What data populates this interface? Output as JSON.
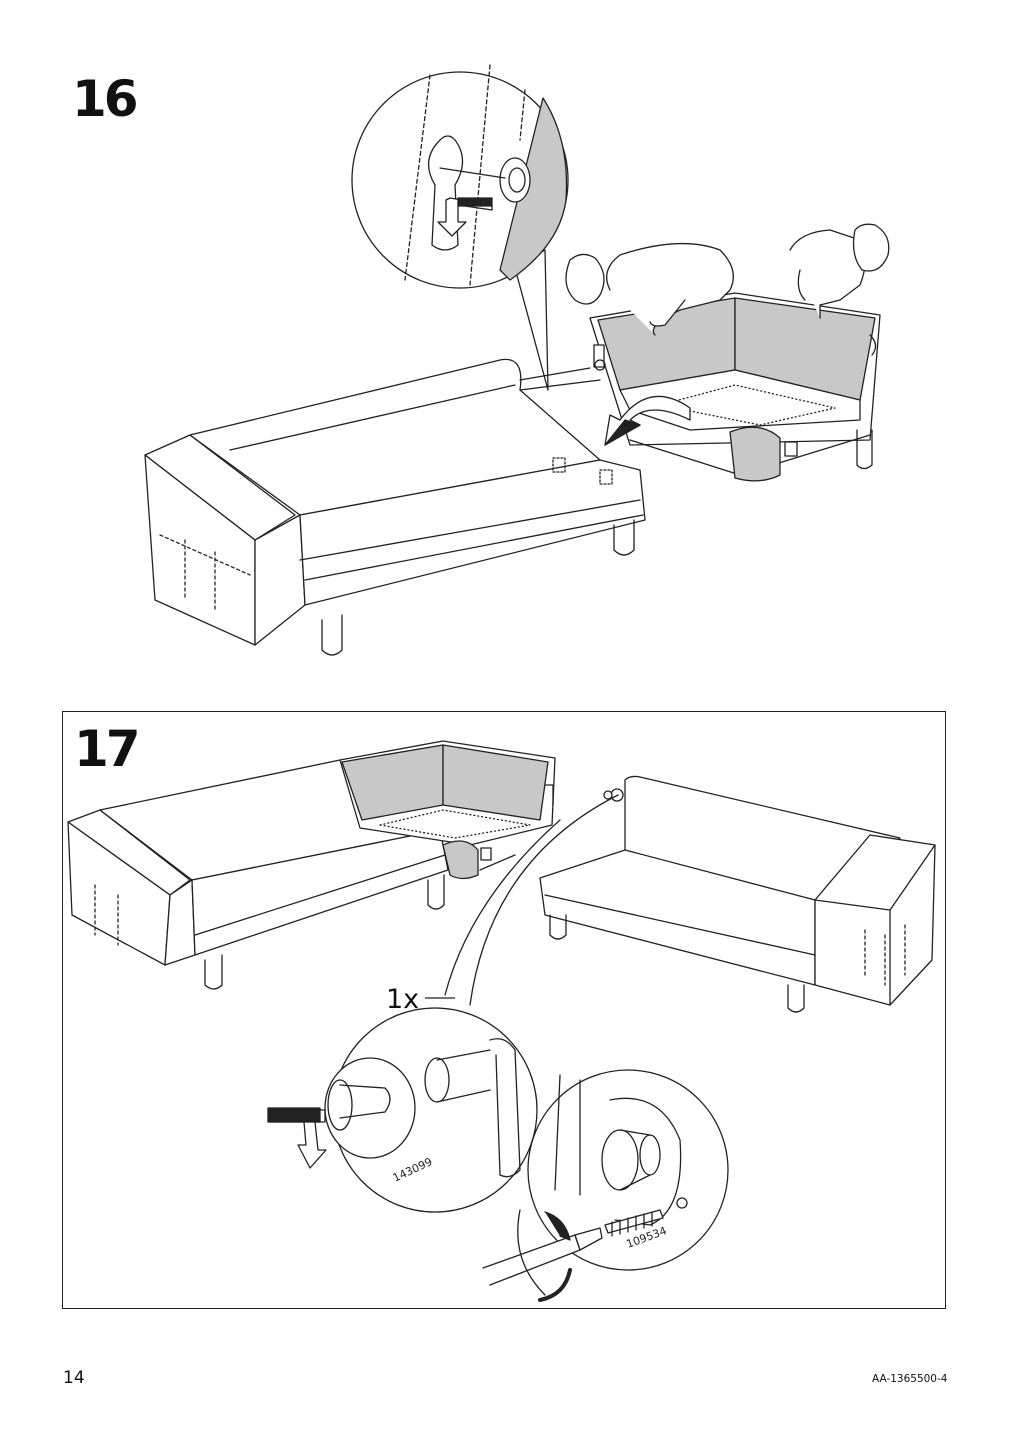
{
  "steps": [
    {
      "number": "16"
    },
    {
      "number": "17",
      "quantity": "1x",
      "parts": [
        {
          "id": "143099"
        },
        {
          "id": "109534"
        }
      ]
    }
  ],
  "footer": {
    "page": "14",
    "code": "AA-1365500-4"
  },
  "colors": {
    "line": "#222222",
    "fill_grey": "#c8c8c8",
    "background": "#ffffff"
  },
  "icons": [
    "keyhole-slot-icon",
    "insert-arrow-icon",
    "rotate-arrow-icon",
    "screwdriver-icon",
    "screw-icon",
    "connector-disc-icon"
  ]
}
